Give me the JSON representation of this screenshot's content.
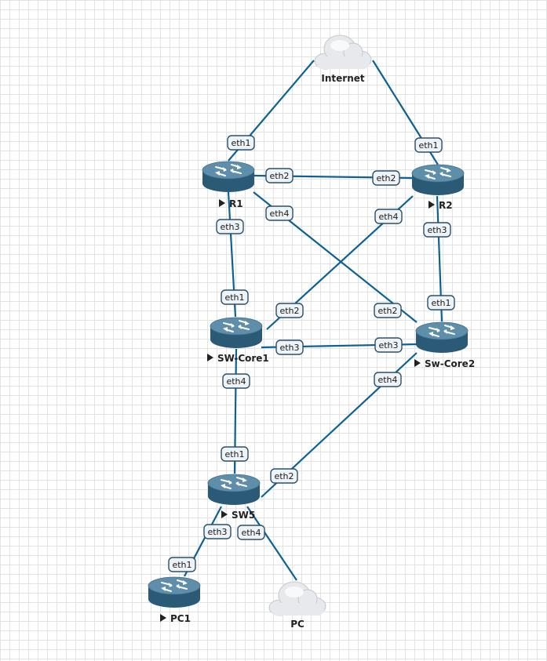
{
  "nodes": [
    {
      "id": "internet",
      "label": "Internet",
      "icon": "cloud-icon"
    },
    {
      "id": "r1",
      "label": "R1",
      "icon": "router-icon"
    },
    {
      "id": "r2",
      "label": "R2",
      "icon": "router-icon"
    },
    {
      "id": "sw_core1",
      "label": "SW-Core1",
      "icon": "router-icon"
    },
    {
      "id": "sw_core2",
      "label": "Sw-Core2",
      "icon": "router-icon"
    },
    {
      "id": "sw5",
      "label": "SW5",
      "icon": "router-icon"
    },
    {
      "id": "pc1",
      "label": "PC1",
      "icon": "router-icon"
    },
    {
      "id": "pc",
      "label": "PC",
      "icon": "cloud-icon"
    }
  ],
  "links": [
    {
      "from": "internet",
      "to": "r1",
      "from_port": "",
      "to_port": "eth1"
    },
    {
      "from": "internet",
      "to": "r2",
      "from_port": "",
      "to_port": "eth1"
    },
    {
      "from": "r1",
      "to": "r2",
      "from_port": "eth2",
      "to_port": "eth2"
    },
    {
      "from": "r1",
      "to": "sw_core1",
      "from_port": "eth3",
      "to_port": "eth1"
    },
    {
      "from": "r1",
      "to": "sw_core2",
      "from_port": "eth4",
      "to_port": "eth2"
    },
    {
      "from": "r2",
      "to": "sw_core1",
      "from_port": "eth4",
      "to_port": "eth2"
    },
    {
      "from": "r2",
      "to": "sw_core2",
      "from_port": "eth3",
      "to_port": "eth1"
    },
    {
      "from": "sw_core1",
      "to": "sw_core2",
      "from_port": "eth3",
      "to_port": "eth3"
    },
    {
      "from": "sw_core1",
      "to": "sw5",
      "from_port": "eth4",
      "to_port": "eth1"
    },
    {
      "from": "sw_core2",
      "to": "sw5",
      "from_port": "eth4",
      "to_port": "eth2"
    },
    {
      "from": "sw5",
      "to": "pc1",
      "from_port": "eth3",
      "to_port": "eth1"
    },
    {
      "from": "sw5",
      "to": "pc",
      "from_port": "eth4",
      "to_port": ""
    }
  ],
  "colors": {
    "link": "#0f6192",
    "router_top": "#5e8eaa",
    "router_side": "#2b5a77",
    "cloud": "#e7e9ec"
  }
}
